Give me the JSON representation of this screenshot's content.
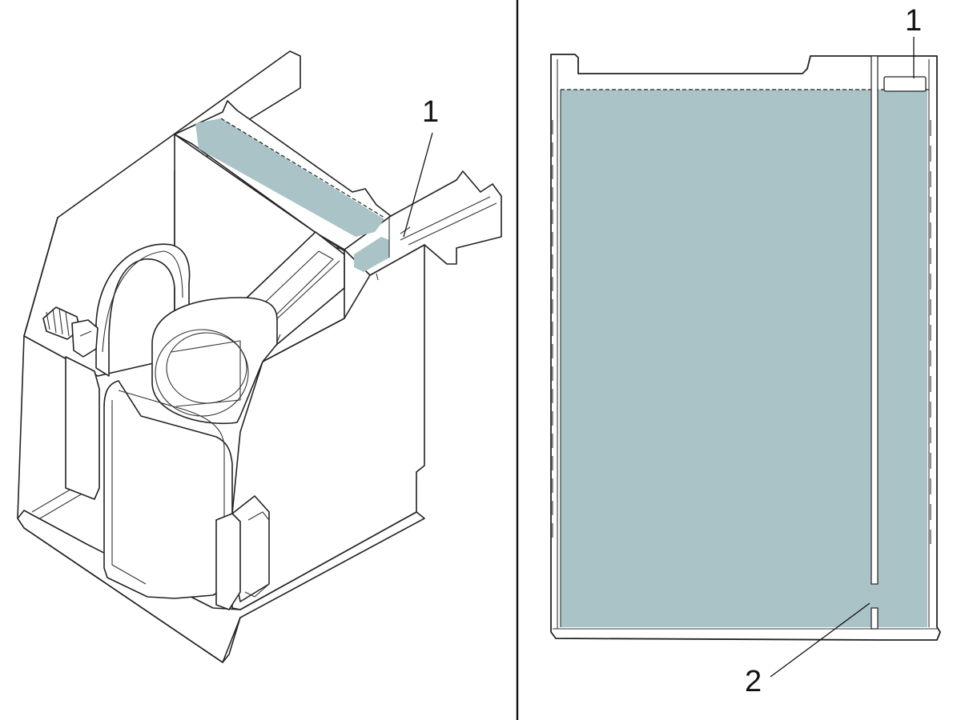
{
  "colors": {
    "fill": "#a9c3c6",
    "stroke": "#222222",
    "background": "#ffffff"
  },
  "left_view": {
    "callouts": [
      {
        "label": "1"
      }
    ]
  },
  "right_view": {
    "callouts": [
      {
        "label": "1"
      },
      {
        "label": "2"
      }
    ]
  }
}
